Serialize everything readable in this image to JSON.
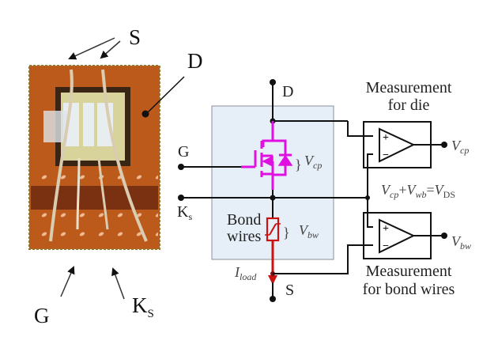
{
  "photo": {
    "labels": {
      "source": "S",
      "drain": "D",
      "gate": "G",
      "kelvin_source": "K",
      "kelvin_source_sub": "S"
    },
    "colors": {
      "substrate": "#b5531a",
      "substrate_dark": "#8a3d12",
      "die_frame": "#3a2414",
      "die": "#d8d39a",
      "die_metal": "#e8eef0",
      "wire": "#d9ccb0"
    }
  },
  "circuit": {
    "nodes": {
      "drain": "D",
      "gate": "G",
      "kelvin_source": "K",
      "kelvin_source_sub": "s",
      "source": "S"
    },
    "die_voltage": {
      "symbol": "V",
      "sub": "cp"
    },
    "bond_voltage": {
      "symbol": "V",
      "sub": "bw"
    },
    "bond_label": [
      "Bond",
      "wires"
    ],
    "current": {
      "symbol": "I",
      "sub": "load"
    },
    "colors": {
      "mosfet": "#e010e0",
      "bond_wire": "#cc1111",
      "package_box": "#e6eef8",
      "package_border": "#8a9099"
    }
  },
  "measurements": {
    "die": {
      "title": [
        "Measurement",
        "for die"
      ],
      "output": {
        "symbol": "V",
        "sub": "cp"
      },
      "plus": "+",
      "minus": "−"
    },
    "bond": {
      "title": [
        "Measurement",
        "for bond wires"
      ],
      "output": {
        "symbol": "V",
        "sub": "bw"
      },
      "plus": "+",
      "minus": "−"
    }
  },
  "equation": {
    "terms": [
      {
        "symbol": "V",
        "sub": "cp"
      },
      {
        "op": "+"
      },
      {
        "symbol": "V",
        "sub": "wb"
      },
      {
        "op": "="
      },
      {
        "symbol": "V",
        "sub": "DS"
      }
    ]
  }
}
